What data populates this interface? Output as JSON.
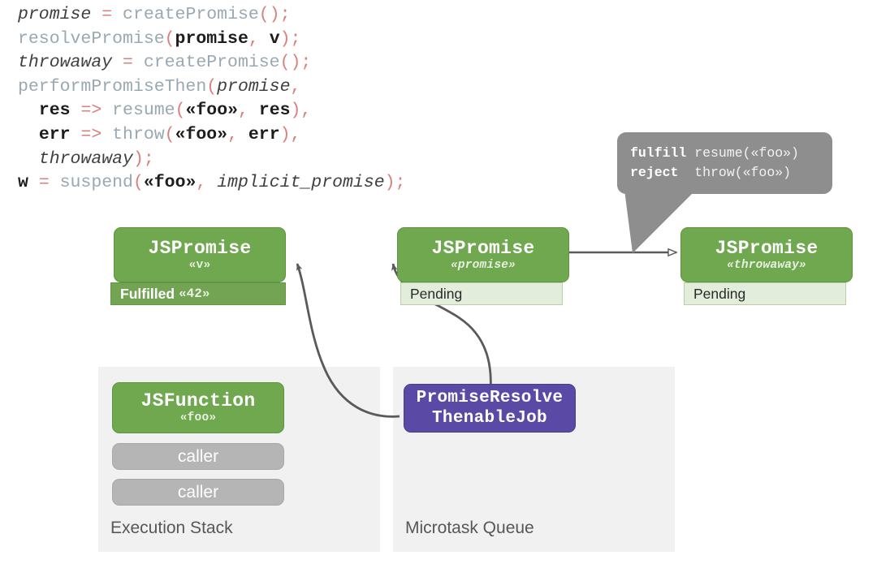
{
  "code": {
    "lines": [
      [
        {
          "t": "promise",
          "c": "var"
        },
        {
          "t": " ",
          "c": "plain"
        },
        {
          "t": "=",
          "c": "pn"
        },
        {
          "t": " ",
          "c": "plain"
        },
        {
          "t": "createPromise",
          "c": "fn"
        },
        {
          "t": "();",
          "c": "pn"
        }
      ],
      [
        {
          "t": "resolvePromise",
          "c": "fn"
        },
        {
          "t": "(",
          "c": "pn"
        },
        {
          "t": "promise",
          "c": "id"
        },
        {
          "t": ",",
          "c": "pn"
        },
        {
          "t": " ",
          "c": "plain"
        },
        {
          "t": "v",
          "c": "id"
        },
        {
          "t": ");",
          "c": "pn"
        }
      ],
      [
        {
          "t": "throwaway",
          "c": "var"
        },
        {
          "t": " ",
          "c": "plain"
        },
        {
          "t": "=",
          "c": "pn"
        },
        {
          "t": " ",
          "c": "plain"
        },
        {
          "t": "createPromise",
          "c": "fn"
        },
        {
          "t": "();",
          "c": "pn"
        }
      ],
      [
        {
          "t": "performPromiseThen",
          "c": "fn"
        },
        {
          "t": "(",
          "c": "pn"
        },
        {
          "t": "promise",
          "c": "var"
        },
        {
          "t": ",",
          "c": "pn"
        }
      ],
      [
        {
          "t": "  ",
          "c": "plain"
        },
        {
          "t": "res",
          "c": "id"
        },
        {
          "t": " ",
          "c": "plain"
        },
        {
          "t": "=>",
          "c": "pn"
        },
        {
          "t": " ",
          "c": "plain"
        },
        {
          "t": "resume",
          "c": "fn"
        },
        {
          "t": "(",
          "c": "pn"
        },
        {
          "t": "«foo»",
          "c": "str"
        },
        {
          "t": ",",
          "c": "pn"
        },
        {
          "t": " ",
          "c": "plain"
        },
        {
          "t": "res",
          "c": "id"
        },
        {
          "t": "),",
          "c": "pn"
        }
      ],
      [
        {
          "t": "  ",
          "c": "plain"
        },
        {
          "t": "err",
          "c": "id"
        },
        {
          "t": " ",
          "c": "plain"
        },
        {
          "t": "=>",
          "c": "pn"
        },
        {
          "t": " ",
          "c": "plain"
        },
        {
          "t": "throw",
          "c": "fn"
        },
        {
          "t": "(",
          "c": "pn"
        },
        {
          "t": "«foo»",
          "c": "str"
        },
        {
          "t": ",",
          "c": "pn"
        },
        {
          "t": " ",
          "c": "plain"
        },
        {
          "t": "err",
          "c": "id"
        },
        {
          "t": "),",
          "c": "pn"
        }
      ],
      [
        {
          "t": "  ",
          "c": "plain"
        },
        {
          "t": "throwaway",
          "c": "var"
        },
        {
          "t": ");",
          "c": "pn"
        }
      ],
      [
        {
          "t": "w",
          "c": "id"
        },
        {
          "t": " ",
          "c": "plain"
        },
        {
          "t": "=",
          "c": "pn"
        },
        {
          "t": " ",
          "c": "plain"
        },
        {
          "t": "suspend",
          "c": "fn"
        },
        {
          "t": "(",
          "c": "pn"
        },
        {
          "t": "«foo»",
          "c": "str"
        },
        {
          "t": ",",
          "c": "pn"
        },
        {
          "t": " ",
          "c": "plain"
        },
        {
          "t": "implicit_promise",
          "c": "var"
        },
        {
          "t": ");",
          "c": "pn"
        }
      ]
    ]
  },
  "callout": {
    "rows": [
      {
        "key": "fulfill",
        "action": "resume(«foo»)"
      },
      {
        "key": "reject ",
        "action": "throw(«foo»)"
      }
    ]
  },
  "promises": [
    {
      "title": "JSPromise",
      "sub": "«v»",
      "sub_italic": false,
      "state_label": "Fulfilled",
      "state_value": "«42»",
      "state_style": "filled"
    },
    {
      "title": "JSPromise",
      "sub": "«promise»",
      "sub_italic": true,
      "state_label": "Pending",
      "state_value": "",
      "state_style": "pale"
    },
    {
      "title": "JSPromise",
      "sub": "«throwaway»",
      "sub_italic": true,
      "state_label": "Pending",
      "state_value": "",
      "state_style": "pale"
    }
  ],
  "execution_stack": {
    "label": "Execution Stack",
    "top_frame": {
      "title": "JSFunction",
      "sub": "«foo»"
    },
    "frames": [
      "caller",
      "caller"
    ]
  },
  "microtask_queue": {
    "label": "Microtask Queue",
    "jobs": [
      {
        "line1": "PromiseResolve",
        "line2": "ThenableJob"
      }
    ]
  },
  "colors": {
    "green": "#70a84f",
    "green_strip": "#72a454",
    "pale_green": "#e2eedb",
    "purple": "#5b4aa5",
    "gray_frame": "#b5b5b5",
    "panel": "#f1f1f1",
    "callout": "#8e8e8e",
    "arrow": "#5a5a5a",
    "code_fn": "#9aa8b2",
    "code_punct": "#d9807a"
  }
}
